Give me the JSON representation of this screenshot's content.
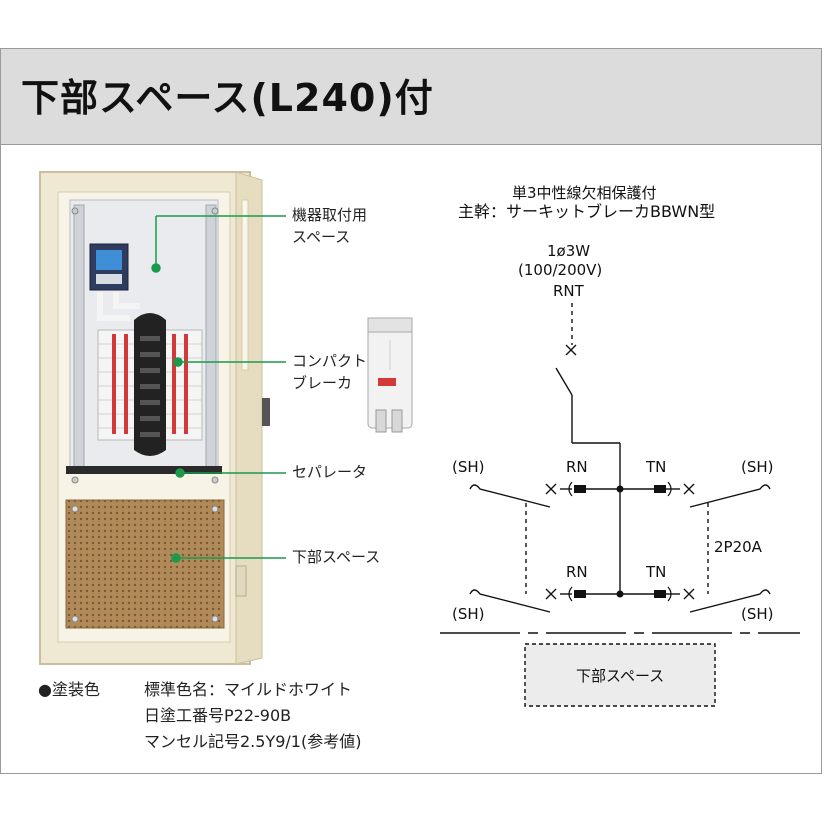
{
  "header": {
    "title": "下部スペース(L240)付"
  },
  "callouts": {
    "device_space": [
      "機器取付用",
      "スペース"
    ],
    "compact_breaker": [
      "コンパクト",
      "ブレーカ"
    ],
    "separator": "セパレータ",
    "lower_space": "下部スペース"
  },
  "paint_info": {
    "heading": "●塗装色",
    "standard_color": "標準色名：マイルドホワイト",
    "nittoko_no": "日塗工番号P22-90B",
    "munsell": "マンセル記号2.5Y9/1(参考値)"
  },
  "schematic": {
    "note": "単3中性線欠相保護付",
    "main_breaker": "主幹：サーキットブレーカBBWN型",
    "supply_phase": "1ø3W",
    "supply_voltage": "(100/200V)",
    "supply_label": "RNT",
    "shield_labels": [
      "(SH)",
      "(SH)",
      "(SH)",
      "(SH)"
    ],
    "rn_top": "RN",
    "tn_top": "TN",
    "rn_bottom": "RN",
    "tn_bottom": "TN",
    "branch_rating": "2P20A",
    "lower_space_box": "下部スペース"
  },
  "colors": {
    "accent_green": "#1a9a4a",
    "cabinet": "#f1ebd6",
    "mesh": "#a07848",
    "box_fill": "#ececec"
  }
}
